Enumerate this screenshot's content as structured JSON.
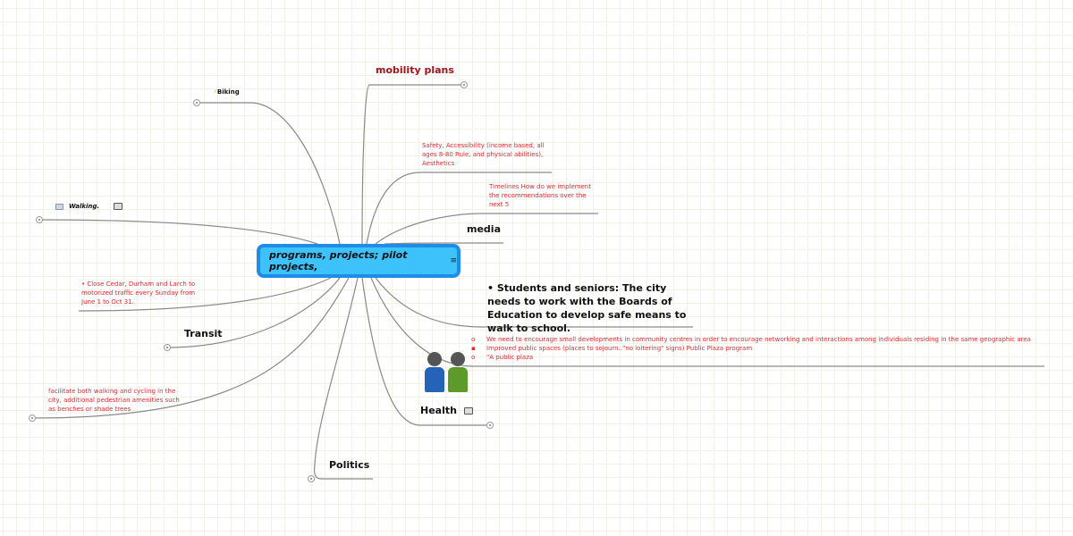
{
  "root": {
    "title": "programs, projects; pilot projects,",
    "icon": "note-icon"
  },
  "colors": {
    "root_fill": "#3ec2fb",
    "root_border": "#1f8de8",
    "red_text": "#e8262d",
    "dark_red": "#a0141a",
    "link": "#8a8a8a"
  },
  "left_nodes": {
    "biking": {
      "label": "Biking",
      "icon": "lightning-icon"
    },
    "walking": {
      "label": "Walking.",
      "icon": "book-icon",
      "attachment": "image-icon"
    },
    "close_streets": {
      "text": "• Close Cedar, Durham and Larch to motorized traffic every Sunday from June 1 to Oct 31."
    },
    "transit": {
      "label": "Transit"
    },
    "facilitate": {
      "text": "facilitate both walking and cycling in the city, additional pedestrian amenities such as benches or shade trees"
    },
    "politics": {
      "label": "Politics"
    }
  },
  "right_nodes": {
    "mobility": {
      "label": "mobility plans"
    },
    "safety": {
      "text": "Safety, Accessibility (income based, all ages 8-80 Rule, and physical abilities), Aesthetics"
    },
    "timelines": {
      "text": "Timelines How do we implement the recommendations over the next 5"
    },
    "media": {
      "label": "media"
    },
    "students": {
      "text": "• Students and seniors: The city needs to work with the Boards of Education to develop safe means to walk to school."
    },
    "community": {
      "items": [
        {
          "bullet": "o",
          "text": "We need to encourage small developments in community centres in order to encourage networking and interactions among individuals residing in the same geographic area"
        },
        {
          "bullet": "▪",
          "text": "Improved public spaces (places to sojourn..\"no loitering\" signs) Public Plaza program"
        },
        {
          "bullet": "o",
          "text": "\"A public plaza"
        }
      ],
      "icon": "people-icon"
    },
    "health": {
      "label": "Health",
      "attachment": "image-icon"
    }
  }
}
